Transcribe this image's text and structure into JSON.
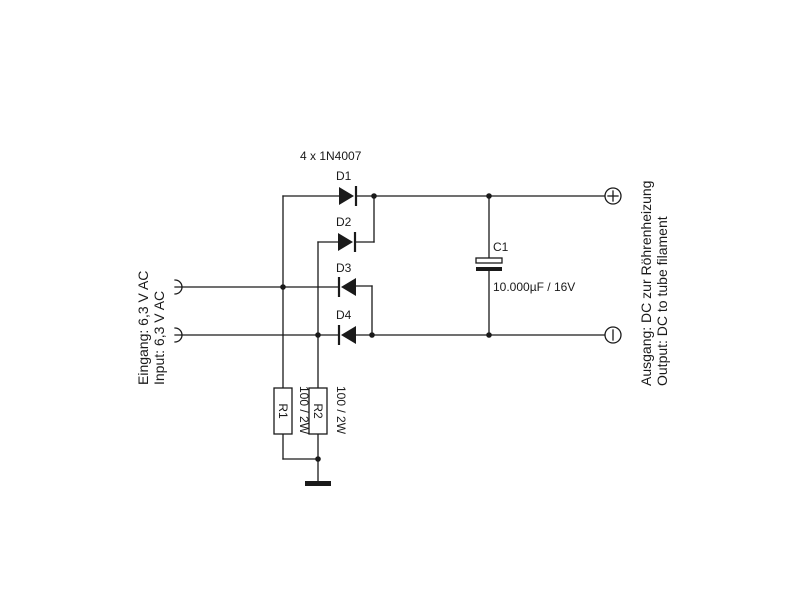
{
  "diagram": {
    "diode_type": "4 x 1N4007",
    "components": {
      "d1": "D1",
      "d2": "D2",
      "d3": "D3",
      "d4": "D4",
      "c1": "C1",
      "c1_value": "10.000µF / 16V",
      "r1": "R1",
      "r2": "R2",
      "r1_value": "100 / 2W",
      "r2_value": "100 / 2W"
    },
    "input": {
      "label_de": "Eingang: 6,3 V AC",
      "label_en": "Input: 6,3 V AC"
    },
    "output": {
      "label_de": "Ausgang: DC zur Röhrenheizung",
      "label_en": "Output: DC to tube filament",
      "plus_symbol": "+",
      "minus_symbol": "−"
    }
  }
}
